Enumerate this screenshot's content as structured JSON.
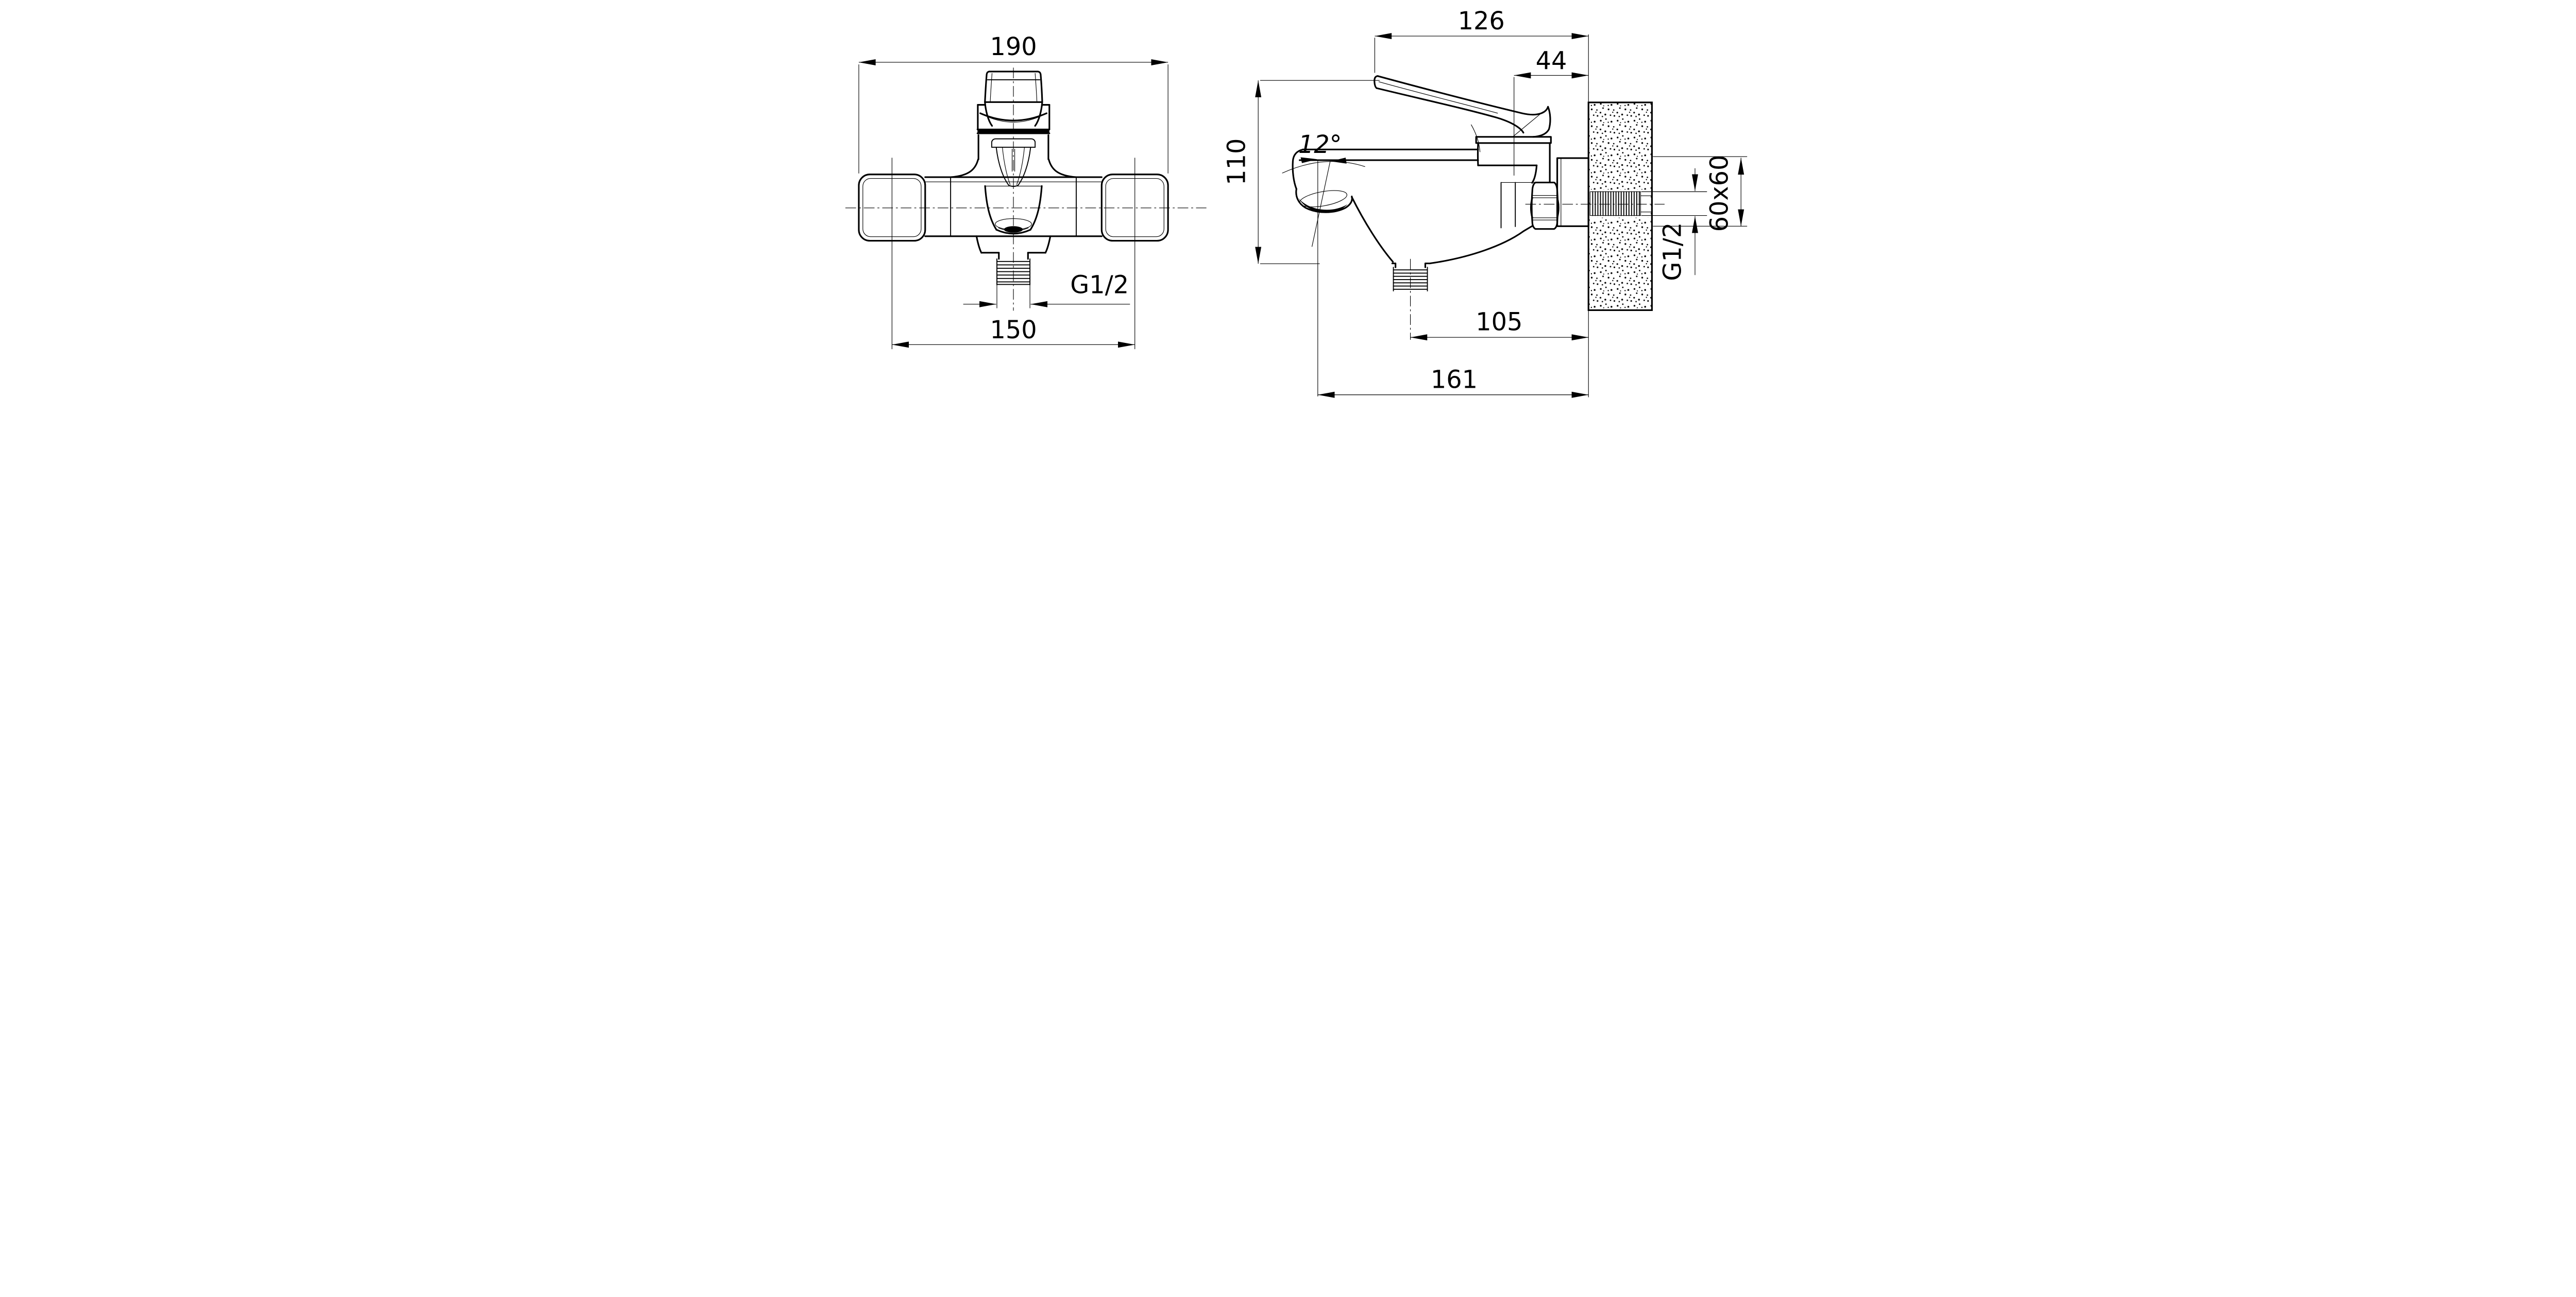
{
  "sheet": {
    "kind": "technical dimension drawing",
    "subject": "wall-mounted single-lever bath/shower mixer, two orthographic views",
    "background": "#ffffff",
    "ink": "#000000"
  },
  "front_view": {
    "name": "front view",
    "dim_overall_width": {
      "label": "190",
      "orientation": "horizontal"
    },
    "dim_union_spacing": {
      "label": "150",
      "orientation": "horizontal"
    },
    "dim_outlet_thread": {
      "label": "G1/2",
      "orientation": "horizontal"
    }
  },
  "side_view": {
    "name": "side view",
    "dim_lever_to_wall": {
      "label": "126",
      "orientation": "horizontal"
    },
    "dim_body_to_wall": {
      "label": "44",
      "orientation": "horizontal"
    },
    "dim_overall_height": {
      "label": "110",
      "orientation": "vertical"
    },
    "dim_spout_angle": {
      "label": "12°",
      "orientation": "angular"
    },
    "dim_outlet_to_wall": {
      "label": "105",
      "orientation": "horizontal"
    },
    "dim_spout_to_wall": {
      "label": "161",
      "orientation": "horizontal"
    },
    "dim_escutcheon": {
      "label": "60x60",
      "orientation": "vertical"
    },
    "dim_wall_thread": {
      "label": "G1/2",
      "orientation": "vertical"
    }
  }
}
